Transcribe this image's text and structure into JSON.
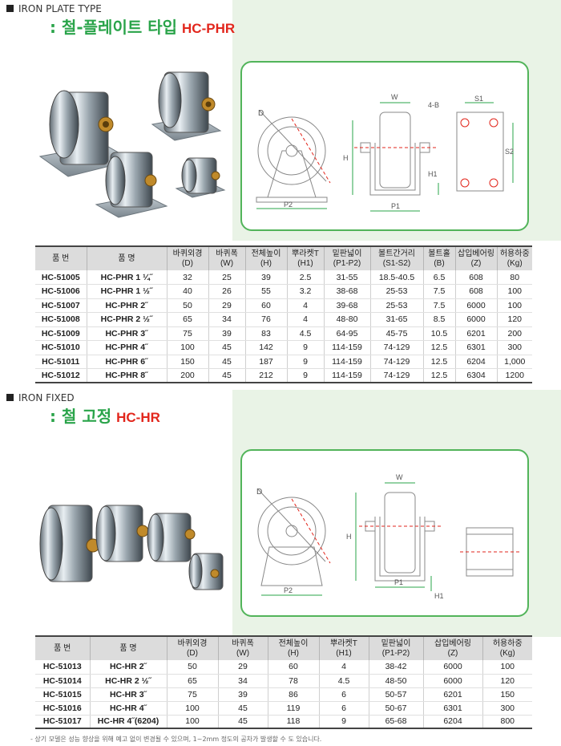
{
  "section1": {
    "heading": "IRON PLATE TYPE",
    "title": ": 철-플레이트 타입",
    "code": "HC-PHR"
  },
  "section2": {
    "heading": "IRON FIXED",
    "title": ": 철 고정",
    "code": "HC-HR"
  },
  "diagram_labels": {
    "D": "D",
    "W": "W",
    "H": "H",
    "H1": "H1",
    "P1": "P1",
    "P2": "P2",
    "S1": "S1",
    "S2": "S2",
    "holes": "4-B"
  },
  "table1": {
    "headers": [
      [
        "품 번",
        ""
      ],
      [
        "품 명",
        ""
      ],
      [
        "바퀴외경",
        "(D)"
      ],
      [
        "바퀴폭",
        "(W)"
      ],
      [
        "전체높이",
        "(H)"
      ],
      [
        "뿌라켓T",
        "(H1)"
      ],
      [
        "밑판넓이",
        "(P1-P2)"
      ],
      [
        "볼트간거리",
        "(S1-S2)"
      ],
      [
        "볼트홀",
        "(B)"
      ],
      [
        "삽입베어링",
        "(Z)"
      ],
      [
        "허용하중",
        "(Kg)"
      ]
    ],
    "rows": [
      [
        "HC-51005",
        "HC-PHR 1 ¼˝",
        "32",
        "25",
        "39",
        "2.5",
        "31-55",
        "18.5-40.5",
        "6.5",
        "608",
        "80"
      ],
      [
        "HC-51006",
        "HC-PHR 1 ½˝",
        "40",
        "26",
        "55",
        "3.2",
        "38-68",
        "25-53",
        "7.5",
        "608",
        "100"
      ],
      [
        "HC-51007",
        "HC-PHR 2˝",
        "50",
        "29",
        "60",
        "4",
        "39-68",
        "25-53",
        "7.5",
        "6000",
        "100"
      ],
      [
        "HC-51008",
        "HC-PHR 2 ½˝",
        "65",
        "34",
        "76",
        "4",
        "48-80",
        "31-65",
        "8.5",
        "6000",
        "120"
      ],
      [
        "HC-51009",
        "HC-PHR 3˝",
        "75",
        "39",
        "83",
        "4.5",
        "64-95",
        "45-75",
        "10.5",
        "6201",
        "200"
      ],
      [
        "HC-51010",
        "HC-PHR 4˝",
        "100",
        "45",
        "142",
        "9",
        "114-159",
        "74-129",
        "12.5",
        "6301",
        "300"
      ],
      [
        "HC-51011",
        "HC-PHR 6˝",
        "150",
        "45",
        "187",
        "9",
        "114-159",
        "74-129",
        "12.5",
        "6204",
        "1,000"
      ],
      [
        "HC-51012",
        "HC-PHR 8˝",
        "200",
        "45",
        "212",
        "9",
        "114-159",
        "74-129",
        "12.5",
        "6304",
        "1200"
      ]
    ]
  },
  "table2": {
    "headers": [
      [
        "품 번",
        ""
      ],
      [
        "품 명",
        ""
      ],
      [
        "바퀴외경",
        "(D)"
      ],
      [
        "바퀴폭",
        "(W)"
      ],
      [
        "전체높이",
        "(H)"
      ],
      [
        "뿌라켓T",
        "(H1)"
      ],
      [
        "밑판넓이",
        "(P1-P2)"
      ],
      [
        "삽입베어링",
        "(Z)"
      ],
      [
        "허용하중",
        "(Kg)"
      ]
    ],
    "rows": [
      [
        "HC-51013",
        "HC-HR 2˝",
        "50",
        "29",
        "60",
        "4",
        "38-42",
        "6000",
        "100"
      ],
      [
        "HC-51014",
        "HC-HR 2 ½˝",
        "65",
        "34",
        "78",
        "4.5",
        "48-50",
        "6000",
        "120"
      ],
      [
        "HC-51015",
        "HC-HR 3˝",
        "75",
        "39",
        "86",
        "6",
        "50-57",
        "6201",
        "150"
      ],
      [
        "HC-51016",
        "HC-HR 4˝",
        "100",
        "45",
        "119",
        "6",
        "50-67",
        "6301",
        "300"
      ],
      [
        "HC-51017",
        "HC-HR 4˝(6204)",
        "100",
        "45",
        "118",
        "9",
        "65-68",
        "6204",
        "800"
      ]
    ]
  },
  "footnote": "- 상기 모델은 성능 향상을 위해 예고 없이 변경될 수 있으며, 1~2mm 정도의 공차가 발생할 수 도 있습니다.",
  "colors": {
    "title_green": "#2aa44a",
    "code_red": "#e2261c",
    "panel_green": "#e9f3e6",
    "box_border": "#52b45a"
  }
}
